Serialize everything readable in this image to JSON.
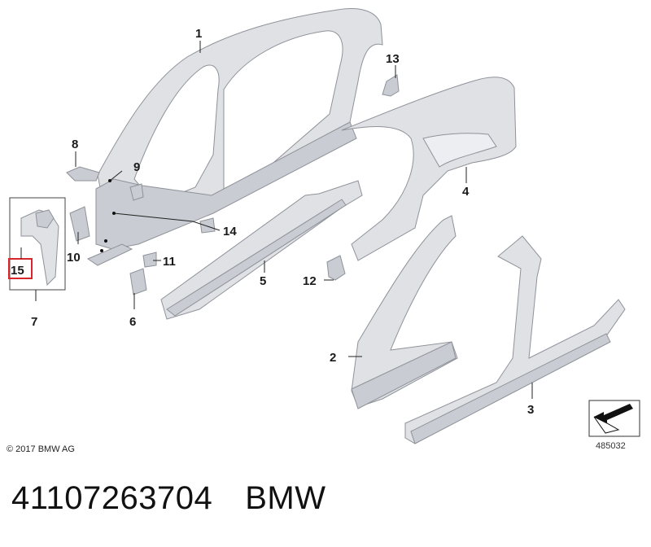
{
  "callouts": {
    "c1": "1",
    "c2": "2",
    "c3": "3",
    "c4": "4",
    "c5": "5",
    "c6": "6",
    "c7": "7",
    "c8": "8",
    "c9": "9",
    "c10": "10",
    "c11": "11",
    "c12": "12",
    "c13": "13",
    "c14": "14",
    "c15": "15"
  },
  "highlight_color": "#d9252b",
  "copyright": "© 2017 BMW AG",
  "diagram_ref": "485032",
  "part_number": "41107263704",
  "brand": "BMW"
}
